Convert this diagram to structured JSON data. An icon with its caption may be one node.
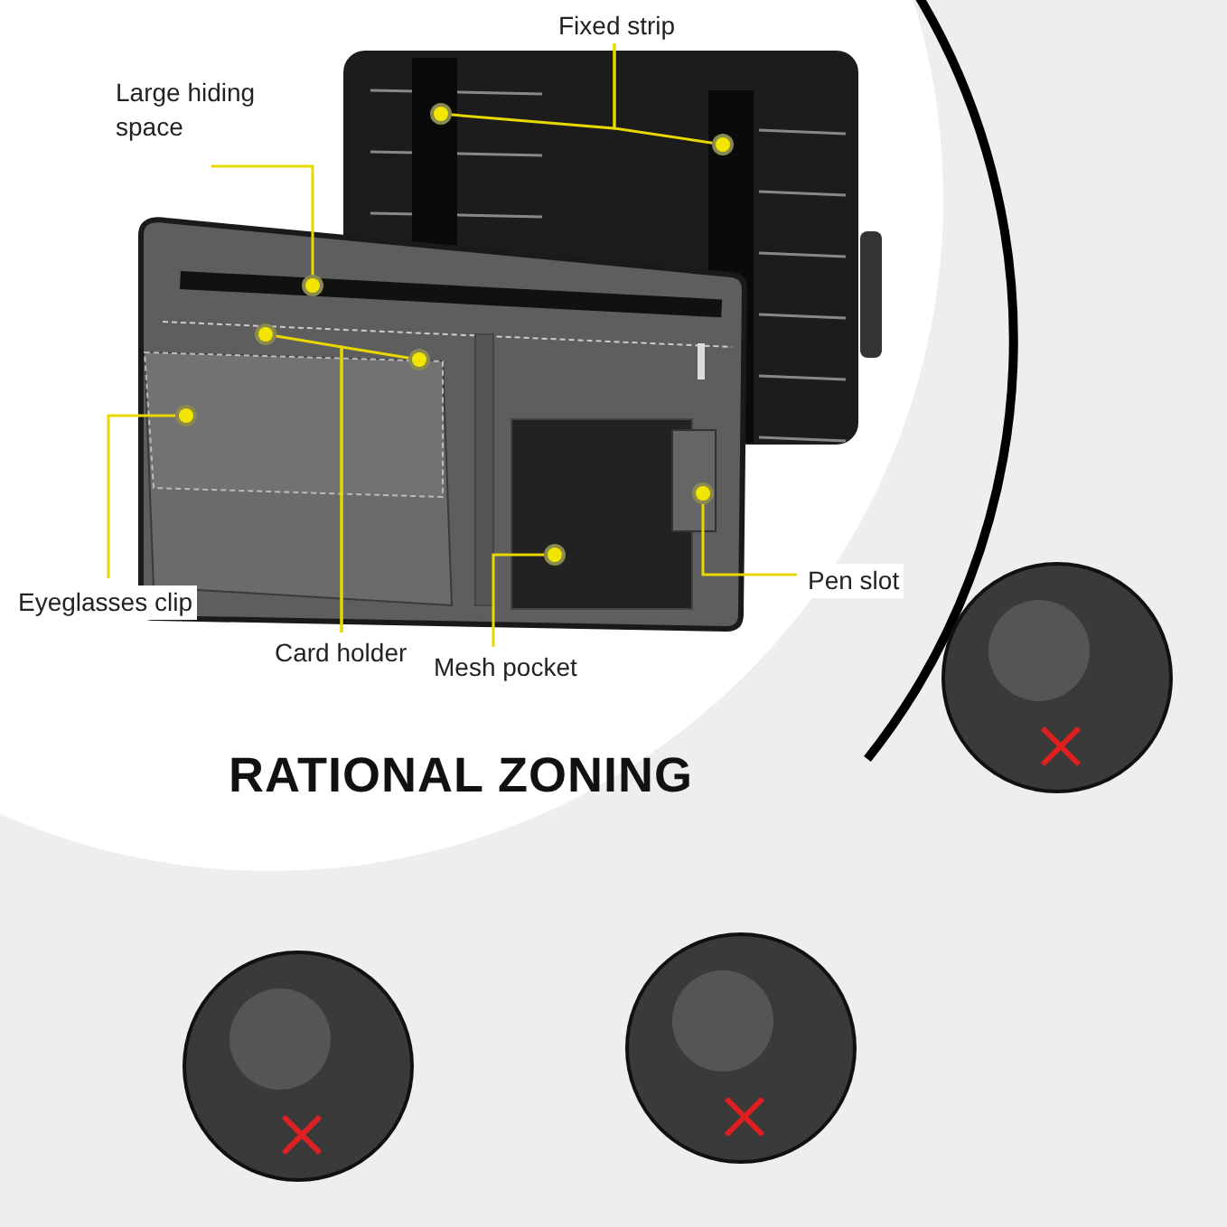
{
  "diagram": {
    "title": "RATIONAL ZONING",
    "nodes": [
      {
        "text": [
          "Fixed strip"
        ]
      },
      {
        "text": [
          "Large hiding space"
        ]
      },
      {
        "text": [
          "Eyeglasses clip"
        ]
      },
      {
        "text": [
          "Card holder"
        ]
      },
      {
        "text": [
          "Mesh pocket"
        ]
      },
      {
        "text": [
          "Pen slot"
        ]
      },
      {
        "text": [],
        "shape": "circle"
      },
      {
        "text": [],
        "shape": "circle"
      },
      {
        "text": [],
        "shape": "circle"
      },
      {
        "text": [],
        "shape": "circle"
      },
      {
        "text": [],
        "shape": "circle"
      },
      {
        "text": [],
        "shape": "circle"
      },
      {
        "text": [],
        "shape": "circle"
      },
      {
        "text": [],
        "shape": "circle"
      }
    ],
    "edges": [
      {
        "from": 0,
        "to": 6,
        "arrow": "none"
      },
      {
        "from": 0,
        "to": 7,
        "arrow": "none"
      },
      {
        "from": 1,
        "to": 8,
        "arrow": "none"
      },
      {
        "from": 2,
        "to": 11,
        "arrow": "none"
      },
      {
        "from": 3,
        "to": 9,
        "arrow": "none"
      },
      {
        "from": 3,
        "to": 10,
        "arrow": "none"
      },
      {
        "from": 4,
        "to": 12,
        "arrow": "none"
      },
      {
        "from": 5,
        "to": 13,
        "arrow": "none"
      }
    ]
  }
}
